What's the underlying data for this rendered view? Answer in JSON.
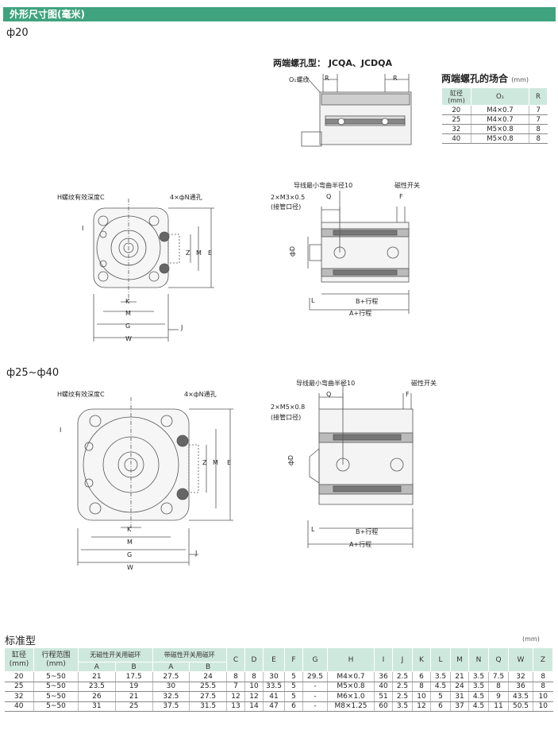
{
  "header": {
    "title": "外形尺寸图(毫米)"
  },
  "section1": {
    "title": "ф20"
  },
  "section2": {
    "title": "ф25~ф40"
  },
  "end_hole": {
    "title": "两端螺孔型：  JCQA、JCDQA",
    "o_label": "O₁螺纹",
    "r_label": "R",
    "case_title": "两端螺孔的场合",
    "case_unit": "(mm)",
    "headers": [
      "缸径\n(mm)",
      "O₁",
      "R"
    ],
    "rows": [
      [
        "20",
        "M4×0.7",
        "7"
      ],
      [
        "25",
        "M4×0.7",
        "7"
      ],
      [
        "32",
        "M5×0.8",
        "8"
      ],
      [
        "40",
        "M5×0.8",
        "8"
      ]
    ]
  },
  "front": {
    "h_label": "H螺纹有效深度C",
    "n_label": "4×фN通孔",
    "letters": {
      "z": "Z",
      "m": "M",
      "e": "E",
      "k": "K",
      "g": "G",
      "w": "W",
      "j": "J",
      "i": "I"
    }
  },
  "side20": {
    "port_label": "2×M3×0.5",
    "port_sub": "(接管口径)",
    "bend_label": "导线最小弯曲半径10",
    "switch_label": "磁性开关",
    "q": "Q",
    "f": "F",
    "d": "фD",
    "l": "L",
    "b": "B+行程",
    "a": "A+行程"
  },
  "side25": {
    "port_label": "2×M5×0.8",
    "port_sub": "(接管口径)",
    "bend_label": "导线最小弯曲半径10",
    "switch_label": "磁性开关",
    "q": "Q",
    "f": "F",
    "d": "фD",
    "l": "L",
    "b": "B+行程",
    "a": "A+行程"
  },
  "std": {
    "title": "标准型",
    "unit": "(mm)",
    "h_bore": "缸径\n(mm)",
    "h_stroke": "行程范围\n(mm)",
    "h_no_switch": "无磁性开关用磁环",
    "h_with_switch": "带磁性开关用磁环",
    "h_a": "A",
    "h_b": "B",
    "cols": [
      "C",
      "D",
      "E",
      "F",
      "G",
      "H",
      "I",
      "J",
      "K",
      "L",
      "M",
      "N",
      "Q",
      "W",
      "Z"
    ],
    "rows": [
      [
        "20",
        "5~50",
        "21",
        "17.5",
        "27.5",
        "24",
        "8",
        "8",
        "30",
        "5",
        "29.5",
        "M4×0.7",
        "36",
        "2.5",
        "6",
        "3.5",
        "21",
        "3.5",
        "7.5",
        "32",
        "8"
      ],
      [
        "25",
        "5~50",
        "23.5",
        "19",
        "30",
        "25.5",
        "7",
        "10",
        "33.5",
        "5",
        "-",
        "M5×0.8",
        "40",
        "2.5",
        "8",
        "4.5",
        "24",
        "3.5",
        "8",
        "36",
        "8"
      ],
      [
        "32",
        "5~50",
        "26",
        "21",
        "32.5",
        "27.5",
        "12",
        "12",
        "41",
        "5",
        "-",
        "M6×1.0",
        "51",
        "2.5",
        "10",
        "5",
        "31",
        "4.5",
        "9",
        "43.5",
        "10"
      ],
      [
        "40",
        "5~50",
        "31",
        "25",
        "37.5",
        "31.5",
        "13",
        "14",
        "47",
        "6",
        "-",
        "M8×1.25",
        "60",
        "3.5",
        "12",
        "6",
        "37",
        "4.5",
        "11",
        "50.5",
        "10"
      ]
    ]
  }
}
